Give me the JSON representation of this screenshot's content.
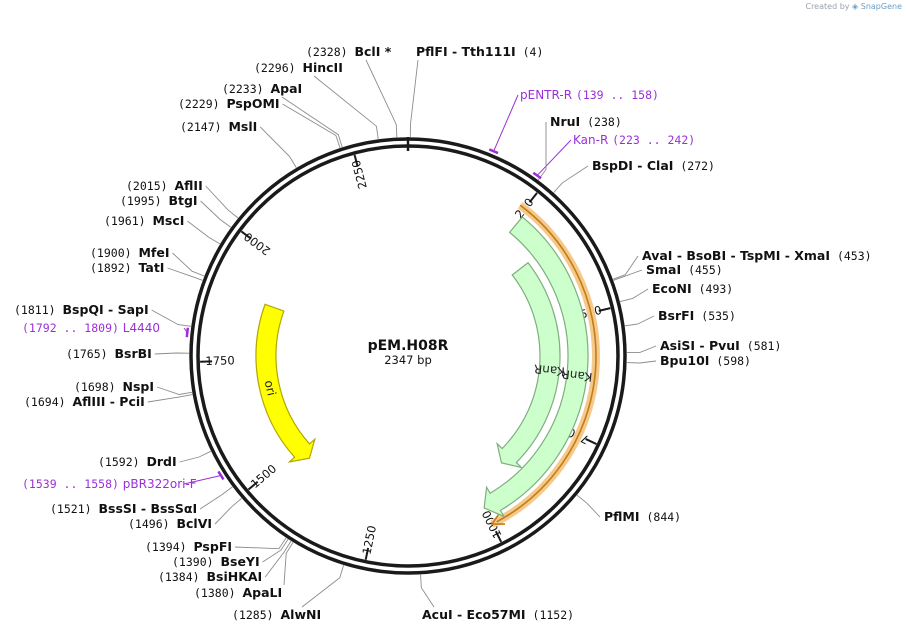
{
  "credit": {
    "prefix": "Created by",
    "brand": "SnapGene"
  },
  "plasmid": {
    "name": "pEM.H08R",
    "length_label": "2347 bp",
    "total_bp": 2347
  },
  "ticks": [
    {
      "bp": 250,
      "label": "250"
    },
    {
      "bp": 500,
      "label": "500"
    },
    {
      "bp": 750,
      "label": "750"
    },
    {
      "bp": 1000,
      "label": "1000"
    },
    {
      "bp": 1250,
      "label": "1250"
    },
    {
      "bp": 1500,
      "label": "1500"
    },
    {
      "bp": 1750,
      "label": "1750"
    },
    {
      "bp": 2000,
      "label": "2000"
    },
    {
      "bp": 2250,
      "label": "2250"
    }
  ],
  "features": [
    {
      "name": "KanR",
      "label": "KanR",
      "start": 257,
      "end": 1000,
      "color": "#ccffcc",
      "stroke": "#7fae7f",
      "direction": "forward",
      "track": "outer"
    },
    {
      "name": "KanR",
      "label": "KanR",
      "start": 340,
      "end": 905,
      "color": "#ccffcc",
      "stroke": "#7fae7f",
      "direction": "forward",
      "track": "inner"
    },
    {
      "name": "ori",
      "label": "ori",
      "start": 1460,
      "end": 1890,
      "color": "#ffff00",
      "stroke": "#b3a600",
      "direction": "reverse",
      "track": "inner"
    }
  ],
  "selected_region": {
    "start": 239,
    "end": 1000,
    "color": "#f5c98a",
    "line_color": "#c47c18"
  },
  "primers": [
    {
      "name": "pENTR-R",
      "range": "(139 .. 158)",
      "bp": 148
    },
    {
      "name": "Kan-R",
      "range": "(223 .. 242)",
      "bp": 232
    },
    {
      "name": "L4440",
      "range": "(1792 .. 1809)",
      "bp": 1800
    },
    {
      "name": "pBR322ori-F",
      "range": "(1539 .. 1558)",
      "bp": 1548
    }
  ],
  "sites": [
    {
      "text": "PflFI",
      "sep": "-",
      "text2": "Tth111I",
      "pos": "(4)",
      "bp": 4
    },
    {
      "text": "NruI",
      "pos": "(238)",
      "bp": 238
    },
    {
      "text": "BspDI",
      "sep": "-",
      "text2": "ClaI",
      "pos": "(272)",
      "bp": 272
    },
    {
      "text": "AvaI",
      "sep": "-",
      "text2": "BsoBI  -  TspMI  -  XmaI",
      "pos": "(453)",
      "bp": 453
    },
    {
      "text": "SmaI",
      "pos": "(455)",
      "bp": 455
    },
    {
      "text": "EcoNI",
      "pos": "(493)",
      "bp": 493
    },
    {
      "text": "BsrFI",
      "pos": "(535)",
      "bp": 535
    },
    {
      "text": "AsiSI",
      "sep": "-",
      "text2": "PvuI",
      "pos": "(581)",
      "bp": 581
    },
    {
      "text": "Bpu10I",
      "pos": "(598)",
      "bp": 598
    },
    {
      "text": "PflMI",
      "pos": "(844)",
      "bp": 844
    },
    {
      "text": "AcuI",
      "sep": "-",
      "text2": "Eco57MI",
      "pos": "(1152)",
      "bp": 1152
    },
    {
      "text": "AlwNI",
      "pos": "(1285)",
      "bp": 1285
    },
    {
      "text": "ApaLI",
      "pos": "(1380)",
      "bp": 1380
    },
    {
      "text": "BsiHKAI",
      "pos": "(1384)",
      "bp": 1384
    },
    {
      "text": "BseYI",
      "pos": "(1390)",
      "bp": 1390
    },
    {
      "text": "PspFI",
      "pos": "(1394)",
      "bp": 1394
    },
    {
      "text": "BclVI",
      "pos": "(1496)",
      "bp": 1496
    },
    {
      "text": "BssSI",
      "sep": "-",
      "text2": "BssSαI",
      "pos": "(1521)",
      "bp": 1521
    },
    {
      "text": "DrdI",
      "pos": "(1592)",
      "bp": 1592
    },
    {
      "text": "AflIII",
      "sep": "-",
      "text2": "PciI",
      "pos": "(1694)",
      "bp": 1694
    },
    {
      "text": "NspI",
      "pos": "(1698)",
      "bp": 1698
    },
    {
      "text": "BsrBI",
      "pos": "(1765)",
      "bp": 1765
    },
    {
      "text": "BspQI",
      "sep": "-",
      "text2": "SapI",
      "pos": "(1811)",
      "bp": 1811
    },
    {
      "text": "TatI",
      "pos": "(1892)",
      "bp": 1892
    },
    {
      "text": "MfeI",
      "pos": "(1900)",
      "bp": 1900
    },
    {
      "text": "MscI",
      "pos": "(1961)",
      "bp": 1961
    },
    {
      "text": "BtgI",
      "pos": "(1995)",
      "bp": 1995
    },
    {
      "text": "AflII",
      "pos": "(2015)",
      "bp": 2015
    },
    {
      "text": "MslI",
      "pos": "(2147)",
      "bp": 2147
    },
    {
      "text": "PspOMI",
      "pos": "(2229)",
      "bp": 2229
    },
    {
      "text": "ApaI",
      "pos": "(2233)",
      "bp": 2233
    },
    {
      "text": "HincII",
      "pos": "(2296)",
      "bp": 2296
    },
    {
      "text": "BclI *",
      "pos": "(2328)",
      "bp": 2328
    }
  ]
}
